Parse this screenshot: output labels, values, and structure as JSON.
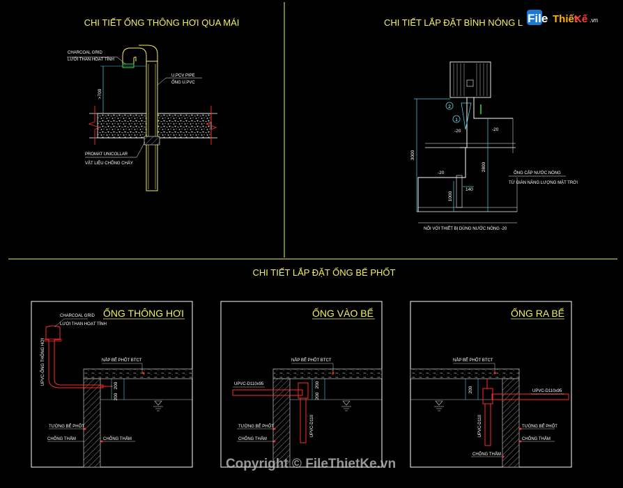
{
  "titles": {
    "vent_roof": "CHI TIẾT ỐNG THÔNG HƠI QUA MÁI",
    "water_heater": "CHI TIẾT LẮP ĐẶT BÌNH NÓNG L",
    "septic": "CHI TIẾT LẮP  ĐẶT ỐNG BỂ PHỐT"
  },
  "vent_detail": {
    "charcoal_1": "CHARCOAL GRID",
    "charcoal_2": "LƯỚI THAN HOẠT TÍNH",
    "pipe_1": "U.PCV PIPE",
    "pipe_2": "ỐNG U.PVC",
    "height": ">700",
    "collar_1": "PROMAT UNICOLLAR",
    "collar_2": "VẬT LIỆU CHỐNG CHÁY"
  },
  "heater_detail": {
    "marker_1": "1",
    "marker_2": "2",
    "dim_3000": "3000",
    "dim_2800": "2800",
    "dim_1000": "1000",
    "dim_140": "140",
    "dim_20a": "-20",
    "dim_20b": "-20",
    "dim_20c": "-20",
    "supply_1": "ỐNG CẤP NƯỚC NÓNG",
    "supply_2": "TỪ GIÀN NĂNG LƯỢNG MẶT TRỜI",
    "connect": "NỐI VỚI THIẾT BỊ DÙNG NƯỚC NÓNG -20"
  },
  "panels": [
    {
      "title": "ỐNG THÔNG HƠI",
      "charcoal_1": "CHARCOAL GRID",
      "charcoal_2": "LƯỚI THAN HOẠT TÍNH",
      "pipe": "UPVC-ỐNG THÔNG HƠI",
      "lid": "NẮP BỂ PHỐT BTCT",
      "dim_a": "200",
      "dim_b": "200",
      "wall": "TƯỜNG BỂ PHỐT",
      "proof_a": "CHỐNG THẤM",
      "proof_b": "CHỐNG THẤM"
    },
    {
      "title": "ỐNG VÀO BỂ",
      "lid": "NẮP BỂ PHỐT BTCT",
      "inlet": "UPVC-D110x95",
      "dim_a": "200",
      "dim_b": "200",
      "pipe_v": "UPVC-D110",
      "wall": "TƯỜNG BỂ PHỐT",
      "proof": "CHỐNG THẤM"
    },
    {
      "title": "ỐNG RA BỂ",
      "lid": "NẮP BỂ PHỐT BTCT",
      "outlet": "UPVC-D110x95",
      "dim_a": "200",
      "pipe_v": "UPVC-D110",
      "wall": "TƯỜNG BỂ PHỐT",
      "proof_a": "CHỐNG THẤM",
      "proof_b": "CHỐNG THẤM"
    }
  ],
  "logo": {
    "file": "File",
    "thiet": "Thiết",
    "ke": "Kế",
    "dom": ".vn"
  },
  "watermark": "Copyright © FileThietKe.vn",
  "colors": {
    "background": "#000000",
    "title": "#f2f25a",
    "frame": "#ffffff",
    "pipe_red": "#ff2a2a",
    "pipe_yellow": "#f2f25a",
    "dimension": "#4ad2e6",
    "concrete": "#c8c8c8",
    "wall_hatch": "#9a9a9a"
  },
  "icons": {
    "water_level": "water-level-icon",
    "logo": "filethietke-logo-icon"
  }
}
